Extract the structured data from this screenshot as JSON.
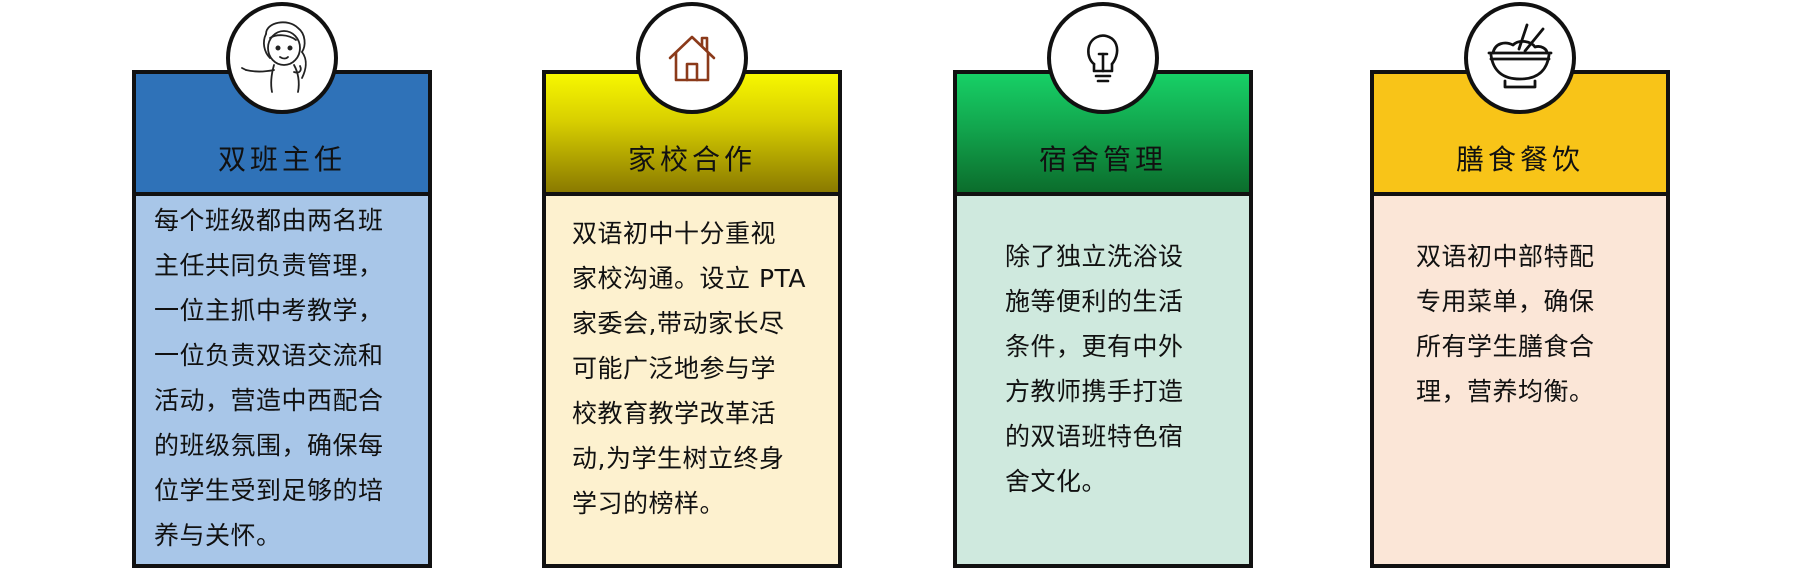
{
  "cards": [
    {
      "title": "双班主任",
      "icon": "teacher-girl-icon",
      "header_color": "#2f72b8",
      "body_color": "#a8c6e8",
      "text": "每个班级都由两名班\n主任共同负责管理，\n一位主抓中考教学，\n一位负责双语交流和\n活动，营造中西配合\n的班级氛围，确保每\n位学生受到足够的培\n养与关怀。"
    },
    {
      "title": "家校合作",
      "icon": "house-icon",
      "header_gradient": [
        "#f7f700",
        "#8a7a00"
      ],
      "body_color": "#fdf1cf",
      "text": "双语初中十分重视\n家校沟通。设立 PTA\n家委会,带动家长尽\n可能广泛地参与学\n校教育教学改革活\n动,为学生树立终身\n学习的榜样。"
    },
    {
      "title": "宿舍管理",
      "icon": "lightbulb-icon",
      "header_gradient": [
        "#17d066",
        "#0b6d2c"
      ],
      "body_color": "#cfe9de",
      "text": "除了独立洗浴设\n施等便利的生活\n条件，更有中外\n方教师携手打造\n的双语班特色宿\n舍文化。"
    },
    {
      "title": "膳食餐饮",
      "icon": "rice-bowl-icon",
      "header_color": "#f8c418",
      "body_color": "#fbe6d7",
      "text": "双语初中部特配\n专用菜单，确保\n所有学生膳食合\n理，营养均衡。"
    }
  ]
}
